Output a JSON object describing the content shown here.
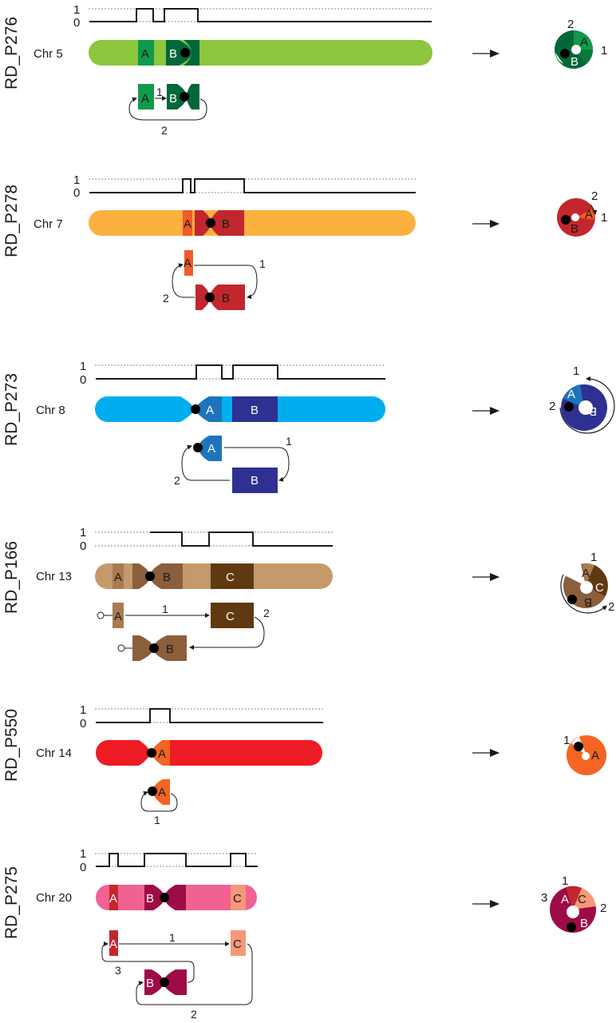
{
  "figure": {
    "copy_number_ticks": [
      "1",
      "0"
    ],
    "panels": [
      {
        "sample": "RD_P276",
        "chromosome": "Chr 5",
        "colors": {
          "arm": "#8dc63f",
          "A": "#0f9a4a",
          "B": "#006838"
        },
        "segments": [
          {
            "name": "A",
            "text_color": "#1a1a1a"
          },
          {
            "name": "B",
            "text_color": "#ffffff"
          }
        ],
        "join_labels": [
          "1",
          "2"
        ],
        "ring_labels": [
          "A",
          "B",
          "1",
          "2"
        ]
      },
      {
        "sample": "RD_P278",
        "chromosome": "Chr 7",
        "colors": {
          "arm": "#fbb040",
          "A": "#f15a29",
          "B": "#c1272d"
        },
        "segments": [
          {
            "name": "A",
            "text_color": "#1a1a1a"
          },
          {
            "name": "B",
            "text_color": "#1a1a1a"
          }
        ],
        "join_labels": [
          "1",
          "2"
        ],
        "ring_labels": [
          "A",
          "B",
          "1",
          "2"
        ]
      },
      {
        "sample": "RD_P273",
        "chromosome": "Chr 8",
        "colors": {
          "arm": "#00aeef",
          "A": "#1c75bc",
          "B": "#2e3192"
        },
        "segments": [
          {
            "name": "A",
            "text_color": "#ffffff"
          },
          {
            "name": "B",
            "text_color": "#ffffff"
          }
        ],
        "join_labels": [
          "1",
          "2"
        ],
        "ring_labels": [
          "A",
          "B",
          "1",
          "2"
        ]
      },
      {
        "sample": "RD_P166",
        "chromosome": "Chr 13",
        "colors": {
          "arm": "#c49a6c",
          "A": "#a97c50",
          "B": "#8b5e3c",
          "C": "#603913"
        },
        "segments": [
          {
            "name": "A",
            "text_color": "#1a1a1a"
          },
          {
            "name": "B",
            "text_color": "#1a1a1a"
          },
          {
            "name": "C",
            "text_color": "#ffffff"
          }
        ],
        "join_labels": [
          "1",
          "2"
        ],
        "ring_labels": [
          "A",
          "B",
          "C",
          "1",
          "2"
        ]
      },
      {
        "sample": "RD_P550",
        "chromosome": "Chr 14",
        "colors": {
          "arm": "#ed1c24",
          "A": "#f26522"
        },
        "segments": [
          {
            "name": "A",
            "text_color": "#1a1a1a"
          }
        ],
        "join_labels": [
          "1"
        ],
        "ring_labels": [
          "A",
          "1"
        ]
      },
      {
        "sample": "RD_P275",
        "chromosome": "Chr 20",
        "colors": {
          "arm": "#f06292",
          "A": "#c1272d",
          "B": "#9e0b46",
          "C": "#f7977a"
        },
        "segments": [
          {
            "name": "A",
            "text_color": "#ffffff"
          },
          {
            "name": "B",
            "text_color": "#ffffff"
          },
          {
            "name": "C",
            "text_color": "#1a1a1a"
          }
        ],
        "join_labels": [
          "1",
          "2",
          "3"
        ],
        "ring_labels": [
          "A",
          "B",
          "C",
          "1",
          "2",
          "3"
        ]
      }
    ]
  }
}
